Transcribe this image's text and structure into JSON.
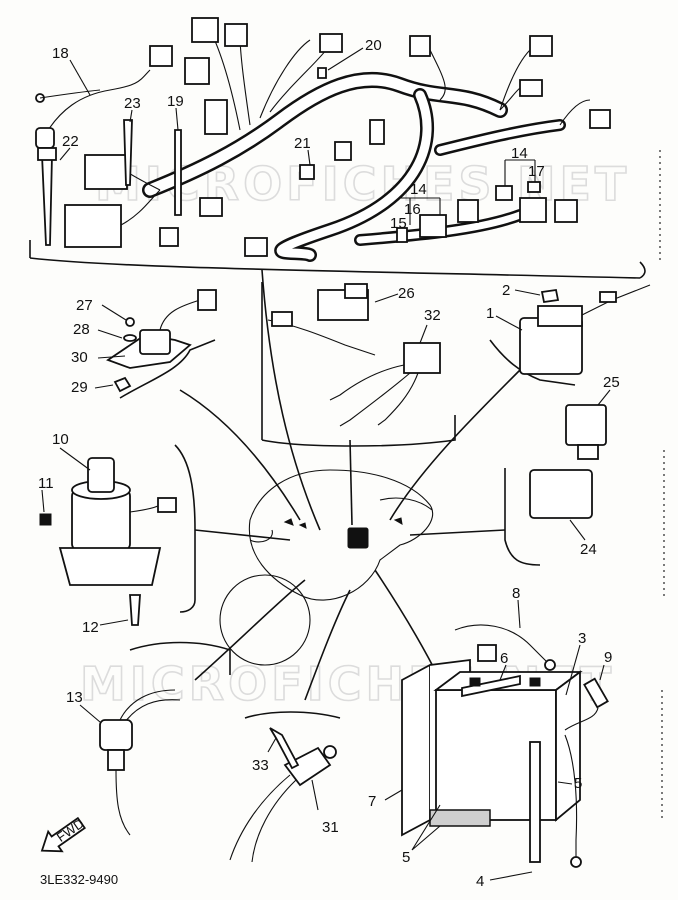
{
  "figure": {
    "code": "3LE332-9490",
    "fwd_label": "FWD",
    "watermark": [
      "MICROFICHES.NET",
      "MICROFICHES.NET"
    ]
  },
  "callouts": {
    "p1": "1",
    "p2": "2",
    "p3": "3",
    "p4": "4",
    "p5a": "5",
    "p5b": "5",
    "p6": "6",
    "p7": "7",
    "p8": "8",
    "p9": "9",
    "p10": "10",
    "p11": "11",
    "p12": "12",
    "p13": "13",
    "p14a": "14",
    "p14b": "14",
    "p15": "15",
    "p16": "16",
    "p17": "17",
    "p18": "18",
    "p19": "19",
    "p20": "20",
    "p21": "21",
    "p22": "22",
    "p23": "23",
    "p24": "24",
    "p25": "25",
    "p26": "26",
    "p27": "27",
    "p28": "28",
    "p29": "29",
    "p30": "30",
    "p31": "31",
    "p32": "32",
    "p33": "33"
  }
}
